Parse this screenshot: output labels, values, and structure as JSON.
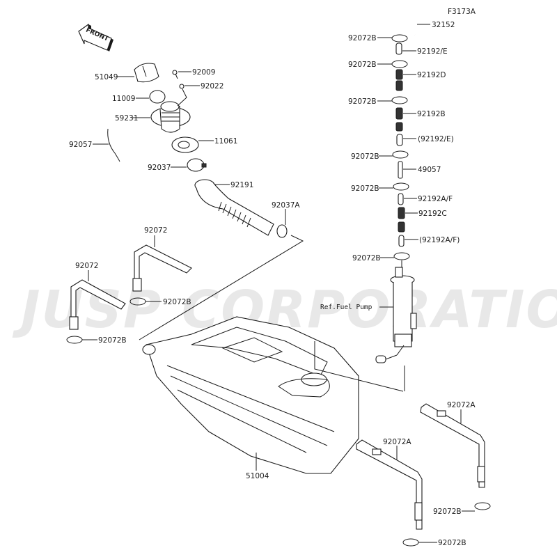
{
  "diagram": {
    "figure_id": "F3173A",
    "watermark": "JUSP CORPORATION",
    "front_arrow": "FRONT",
    "ref_label": "Ref.Fuel Pump"
  },
  "labels": {
    "l32152": "32152",
    "l92072B_1": "92072B",
    "l92192E": "92192/E",
    "l92072B_2": "92072B",
    "l92192D": "92192D",
    "l92072B_3": "92072B",
    "l92192B": "92192B",
    "l92192E_p": "(92192/E)",
    "l92072B_4": "92072B",
    "l49057": "49057",
    "l92072B_5": "92072B",
    "l92192AF": "92192A/F",
    "l92192C": "92192C",
    "l92192AF_p": "(92192A/F)",
    "l92072B_6": "92072B",
    "l51049": "51049",
    "l92009": "92009",
    "l92022": "92022",
    "l11009": "11009",
    "l59231": "59231",
    "l11061": "11061",
    "l92057": "92057",
    "l92037": "92037",
    "l92191": "92191",
    "l92037A": "92037A",
    "l92072_a": "92072",
    "l92072_b": "92072",
    "l92072B_7": "92072B",
    "l92072B_8": "92072B",
    "l51004": "51004",
    "l92072A_1": "92072A",
    "l92072A_2": "92072A",
    "l92072B_9": "92072B",
    "l92072B_10": "92072B"
  }
}
